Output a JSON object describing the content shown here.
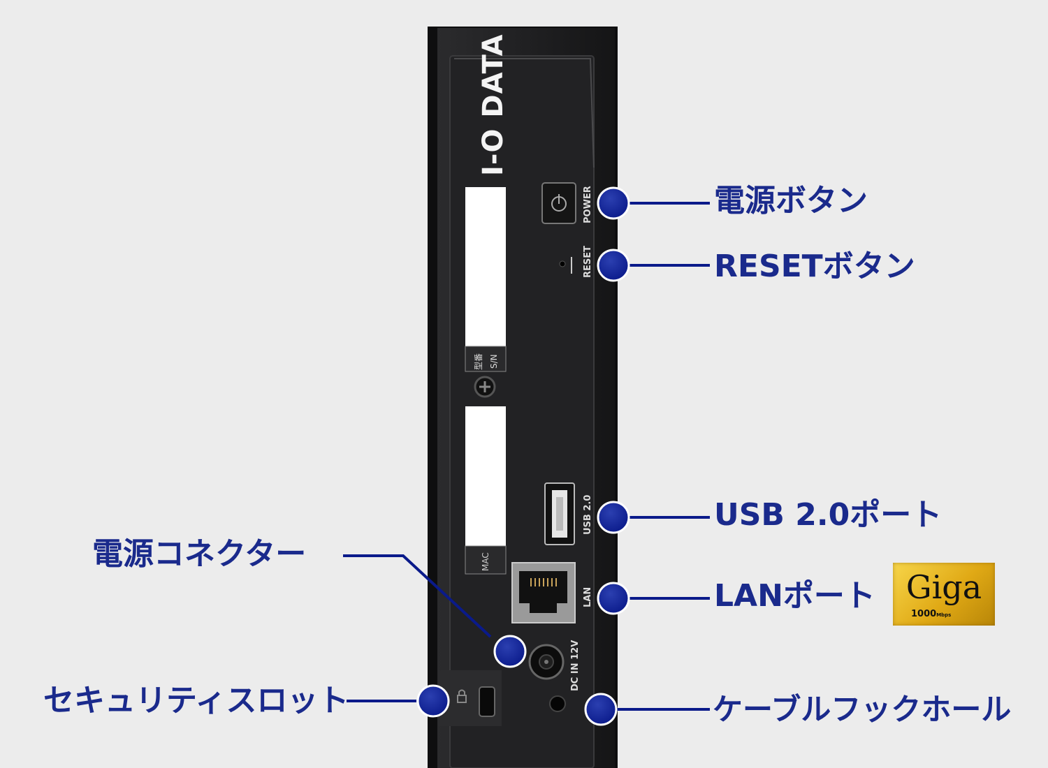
{
  "device": {
    "brand_logo": "I-O DATA",
    "port_labels": {
      "power": "POWER",
      "reset": "RESET",
      "usb": "USB 2.0",
      "lan": "LAN",
      "dc_in": "DC IN 12V"
    },
    "sticker_labels": {
      "model": "型番",
      "serial": "S/N",
      "mac": "MAC"
    }
  },
  "callouts": {
    "power_button": "電源ボタン",
    "reset_button": "RESETボタン",
    "usb_port": "USB 2.0ポート",
    "lan_port": "LANポート",
    "power_connector": "電源コネクター",
    "security_slot": "セキュリティスロット",
    "cable_hook_hole": "ケーブルフックホール"
  },
  "giga_badge": {
    "text": "Giga",
    "speed": "1000",
    "unit": "Mbps"
  },
  "colors": {
    "callout_text": "#1a2a8c",
    "marker": "#0a1a8a",
    "background": "#ececec",
    "device_body": "#1d1d1f"
  }
}
